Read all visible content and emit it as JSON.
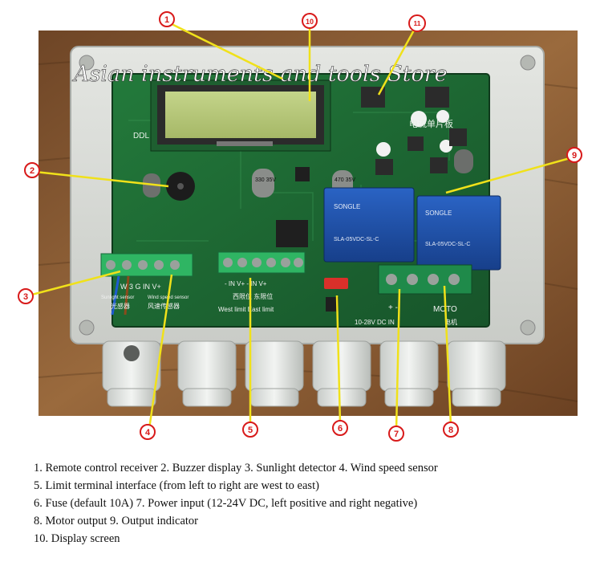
{
  "watermark": "Asian instruments and tools Store",
  "board": {
    "board_id": "DDL",
    "chinese_title": "电流单片板",
    "cap_left": "330\n35V",
    "cap_right": "470\n35V",
    "relay_brand": "SONGLE",
    "relay_model": "SLA-05VDC-SL-C",
    "terminal_left_labels": "W 3 G IN V+",
    "terminal_left_sub1": "Sunlight sensor",
    "terminal_left_sub2": "Wind speed sensor",
    "terminal_left_cn1": "光感器",
    "terminal_left_cn2": "风速传感器",
    "terminal_mid_labels": "- IN V+  - IN V+",
    "terminal_mid_cn": "西限位  东限位",
    "terminal_mid_en": "West limit  East limit",
    "power_label": "+  -",
    "power_sub": "10-28V  DC IN",
    "motor_label": "MOTO",
    "motor_cn": "电机"
  },
  "callouts": [
    "1",
    "2",
    "3",
    "4",
    "5",
    "6",
    "7",
    "8",
    "9",
    "10",
    "11"
  ],
  "caption": [
    "1. Remote control receiver 2. Buzzer display 3. Sunlight detector 4. Wind speed sensor",
    "5. Limit terminal interface (from left to right are west to east)",
    "6. Fuse (default 10A) 7. Power input (12-24V DC, left positive and right negative)",
    "8. Motor output 9. Output indicator",
    "10. Display screen"
  ],
  "colors": {
    "pcb": "#1f6b34",
    "enclosure": "#d9dcd8",
    "wood": "#8a5a32",
    "relay": "#1d4fa8",
    "callout": "#d81a1a",
    "leader": "#f0e11a",
    "lcd": "#b8c87a"
  }
}
